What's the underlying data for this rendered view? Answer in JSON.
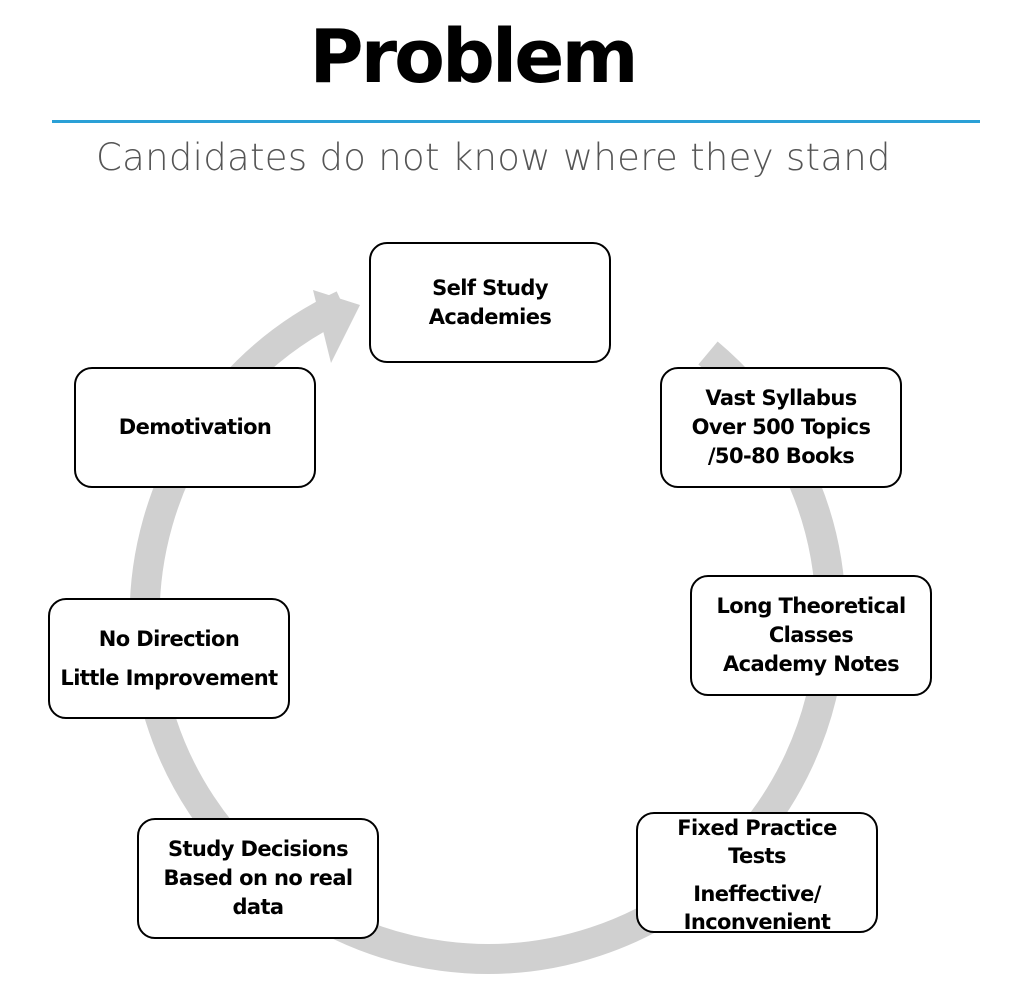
{
  "slide": {
    "title": "Problem",
    "subtitle": "Candidates do not know where they stand",
    "colors": {
      "rule": "#2aa0d6",
      "cycle": "#d0d0d0",
      "box_border": "#000000"
    }
  },
  "cycle": {
    "nodes": [
      {
        "id": "self-study",
        "lines": [
          "Self Study",
          "Academies"
        ]
      },
      {
        "id": "vast-syllabus",
        "lines": [
          "Vast Syllabus",
          "Over 500 Topics",
          "/50-80 Books"
        ]
      },
      {
        "id": "long-classes",
        "lines": [
          "Long Theoretical",
          "Classes",
          "Academy Notes"
        ]
      },
      {
        "id": "fixed-tests",
        "lines": [
          "Fixed Practice",
          "Tests",
          "Ineffective/",
          "Inconvenient"
        ]
      },
      {
        "id": "study-decisions",
        "lines": [
          "Study Decisions",
          "Based on no real",
          "data"
        ]
      },
      {
        "id": "no-direction",
        "lines": [
          "No Direction",
          "Little Improvement"
        ]
      },
      {
        "id": "demotivation",
        "lines": [
          "Demotivation"
        ]
      }
    ]
  }
}
